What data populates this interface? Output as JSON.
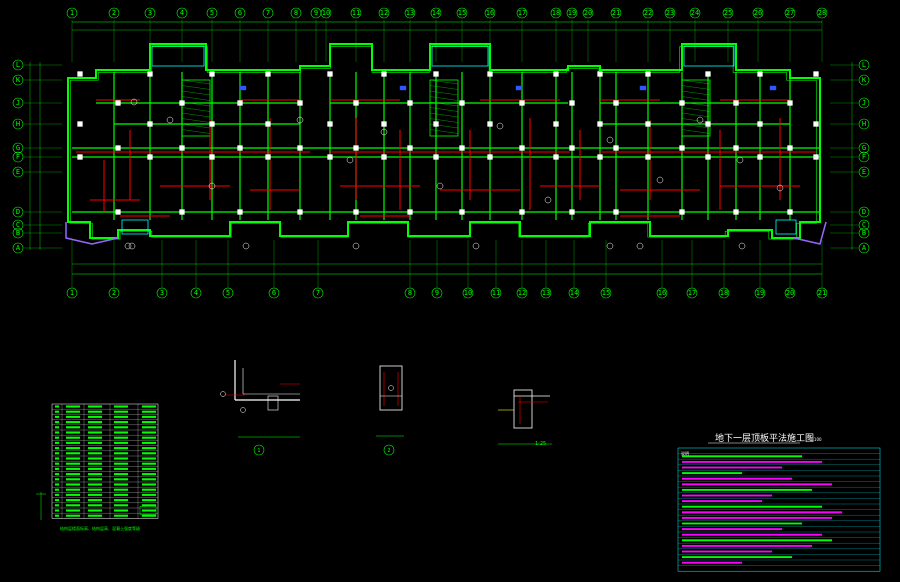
{
  "drawing": {
    "title": "地下一层顶板平法施工图",
    "scale": "1:100",
    "colors": {
      "background": "#000000",
      "axis": "#00ff00",
      "wall": "#00ff00",
      "rebar": "#ff0000",
      "column": "#ffffff",
      "accent": "#00ffff",
      "notes": "#ff00ff"
    },
    "detail_labels": [
      {
        "id": "1",
        "caption": "1"
      },
      {
        "id": "2",
        "caption": "2"
      },
      {
        "id": "3",
        "caption": "1:25"
      }
    ],
    "table_caption": "结构层楼面标高、结构层高、混凝土强度等级",
    "notes_heading": "说明"
  }
}
